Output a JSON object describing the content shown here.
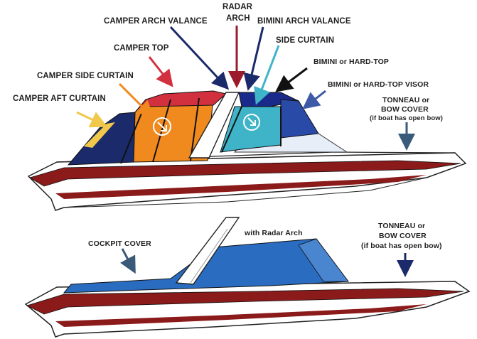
{
  "labels": {
    "radar_arch_1": "RADAR",
    "radar_arch_2": "ARCH",
    "camper_arch_valance": "CAMPER ARCH VALANCE",
    "bimini_arch_valance": "BIMINI ARCH VALANCE",
    "camper_top": "CAMPER TOP",
    "side_curtain": "SIDE CURTAIN",
    "bimini_hard_top": "BIMINI or HARD-TOP",
    "camper_side_curtain": "CAMPER SIDE CURTAIN",
    "bimini_hard_top_visor": "BIMINI or HARD-TOP VISOR",
    "camper_aft_curtain": "CAMPER AFT CURTAIN",
    "tonneau_top_1": "TONNEAU or",
    "tonneau_top_2": "BOW COVER",
    "tonneau_top_3": "(if boat has open bow)",
    "cockpit_cover": "COCKPIT COVER",
    "with_radar_arch": "with Radar Arch",
    "tonneau_bottom_1": "TONNEAU or",
    "tonneau_bottom_2": "BOW COVER",
    "tonneau_bottom_3": "(if boat has open bow)"
  },
  "colors": {
    "camper_top": "#d3303f",
    "camper_side_curtain": "#f08a1e",
    "camper_aft_curtain": "#f0c84a",
    "bimini_top": "#1a2a8a",
    "side_curtain": "#3fb4c8",
    "visor": "#2a4aa8",
    "cockpit_cover": "#2a6cc0",
    "hull_stripe": "#8b1a1a",
    "hull_dark": "#17307a"
  },
  "icons": [
    "arrow-icon",
    "arrow-icon"
  ]
}
